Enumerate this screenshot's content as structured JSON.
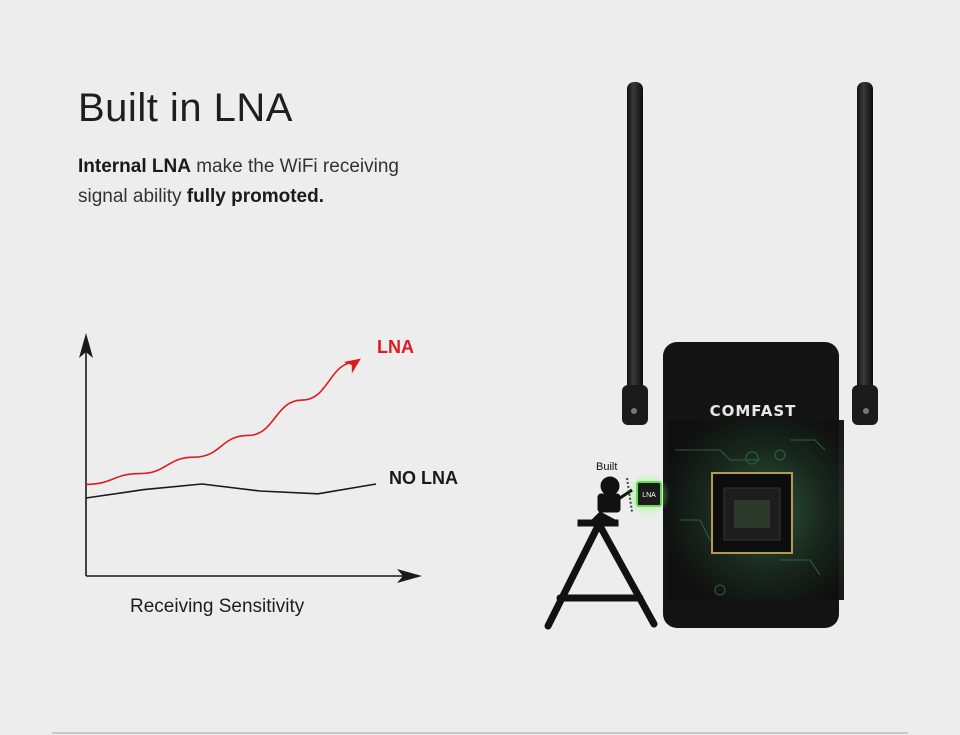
{
  "heading": "Built in LNA",
  "description": {
    "part1": "Internal LNA",
    "part2": " make the WiFi  receiving",
    "part3": "signal ability ",
    "part4": "fully promoted."
  },
  "chart_data": {
    "type": "line",
    "xlabel": "Receiving Sensitivity",
    "series": [
      {
        "name": "LNA",
        "color": "#e0191f",
        "values": [
          0.1,
          0.18,
          0.3,
          0.46,
          0.72,
          1.0
        ]
      },
      {
        "name": "NO LNA",
        "color": "#1a1a1a",
        "values": [
          0.0,
          0.06,
          0.1,
          0.05,
          0.03,
          0.1
        ]
      }
    ]
  },
  "device": {
    "brand": "COMFAST",
    "badge": "LNA",
    "figure_label": "Built"
  }
}
